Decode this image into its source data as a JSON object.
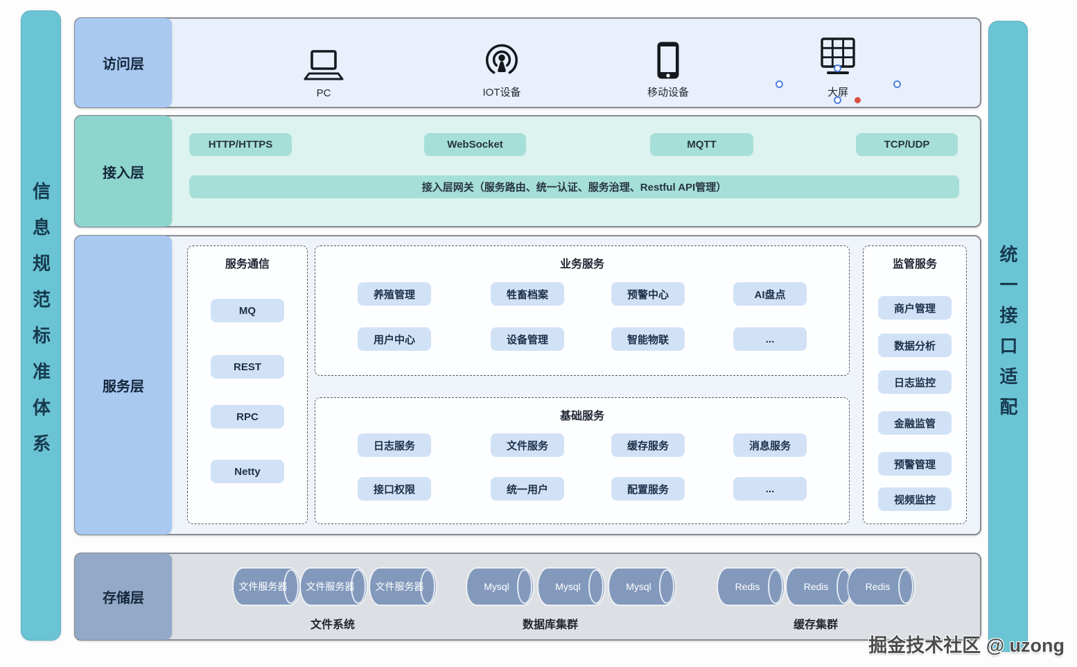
{
  "left_bar": {
    "label": "信息规范标准体系"
  },
  "right_bar": {
    "label": "统一接口适配"
  },
  "access_layer": {
    "label": "访问层",
    "devices": [
      {
        "name": "PC",
        "icon": "laptop-icon"
      },
      {
        "name": "IOT设备",
        "icon": "broadcast-icon"
      },
      {
        "name": "移动设备",
        "icon": "smartphone-icon"
      },
      {
        "name": "大屏",
        "icon": "big-screen-icon"
      }
    ]
  },
  "ingress_layer": {
    "label": "接入层",
    "protocols": [
      "HTTP/HTTPS",
      "WebSocket",
      "MQTT",
      "TCP/UDP"
    ],
    "gateway": "接入层网关（服务路由、统一认证、服务治理、Restful API管理）"
  },
  "service_layer": {
    "label": "服务层",
    "communication": {
      "title": "服务通信",
      "items": [
        "MQ",
        "REST",
        "RPC",
        "Netty"
      ]
    },
    "business": {
      "title": "业务服务",
      "row1": [
        "养殖管理",
        "牲畜档案",
        "预警中心",
        "AI盘点"
      ],
      "row2": [
        "用户中心",
        "设备管理",
        "智能物联",
        "..."
      ]
    },
    "basic": {
      "title": "基础服务",
      "row1": [
        "日志服务",
        "文件服务",
        "缓存服务",
        "消息服务"
      ],
      "row2": [
        "接口权限",
        "统一用户",
        "配置服务",
        "..."
      ]
    },
    "supervision": {
      "title": "监管服务",
      "items": [
        "商户管理",
        "数据分析",
        "日志监控",
        "金融监管",
        "预警管理",
        "视频监控"
      ]
    }
  },
  "storage_layer": {
    "label": "存储层",
    "clusters": [
      {
        "caption": "文件系统",
        "nodes": [
          "文件服务器",
          "文件服务器",
          "文件服务器"
        ]
      },
      {
        "caption": "数据库集群",
        "nodes": [
          "Mysql",
          "Mysql",
          "Mysql"
        ]
      },
      {
        "caption": "缓存集群",
        "nodes": [
          "Redis",
          "Redis",
          "Redis"
        ]
      }
    ]
  },
  "watermark": "掘金技术社区 @ uzong",
  "colors": {
    "teal_bar": "#6bc4d4",
    "blue_label": "#a9c9f1",
    "teal_label": "#8dd5cd",
    "mint_chip": "#a6dfd8",
    "pill_blue": "#d2e2f6",
    "storage_label": "#92a9c8",
    "cylinder": "#8299bc",
    "handle_blue": "#4d7fe3",
    "handle_red": "#d94f43"
  }
}
